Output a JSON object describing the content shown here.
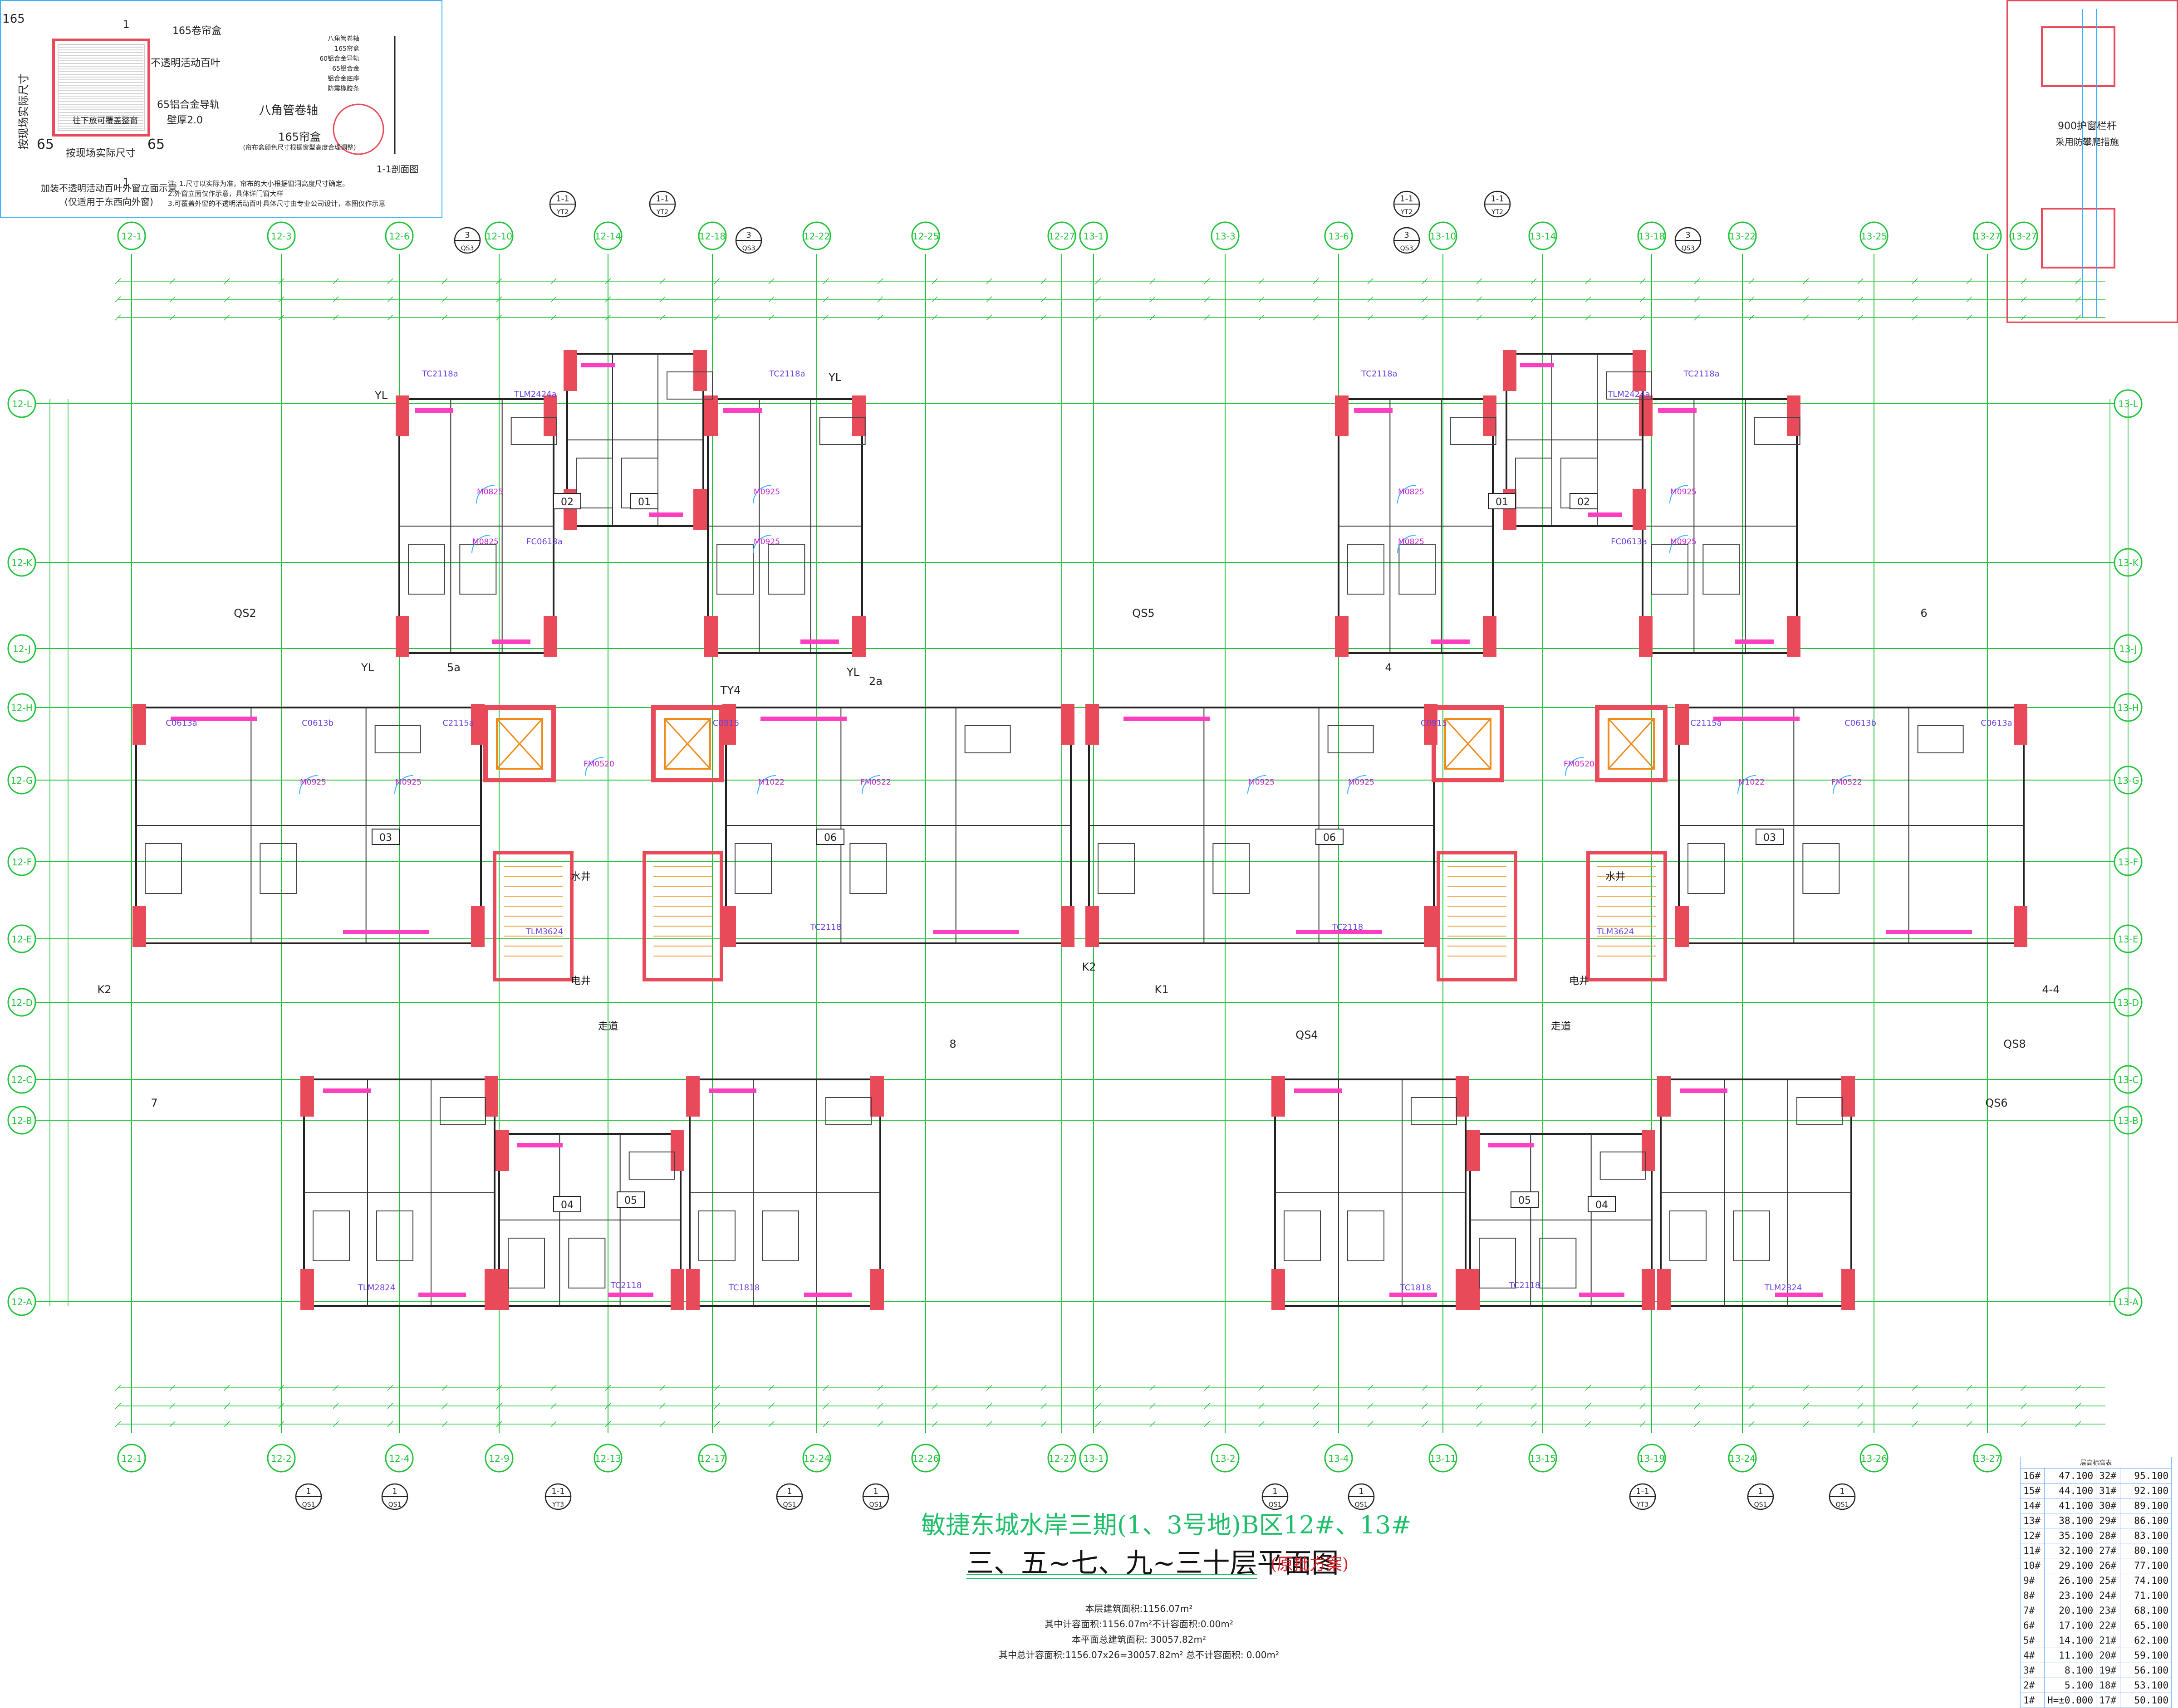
{
  "title": {
    "main": "敏捷东城水岸三期(1、3号地)B区12#、13#",
    "sub": "三、五~七、九~三十层平面图",
    "note": "(原批方案)"
  },
  "stats": [
    "本层建筑面积:1156.07m²",
    "其中计容面积:1156.07m²不计容面积:0.00m²",
    "本平面总建筑面积: 30057.82m²",
    "其中总计容面积:1156.07x26=30057.82m² 总不计容面积: 0.00m²"
  ],
  "legend": {
    "top_dim": "165",
    "left_dim": "65",
    "right_dim": "65",
    "items": [
      "165卷帘盒",
      "不透明活动百叶",
      "往下放可覆盖整窗",
      "65铝合金导轨",
      "壁厚2.0"
    ],
    "side_label": "按现场实际尺寸",
    "bottom_label": "按现场实际尺寸",
    "caption": "加装不透明活动百叶外窗立面示意",
    "caption2": "(仅适用于东西向外窗)",
    "axis_mark": "1",
    "section_items": [
      "八角管卷轴",
      "165帘盒",
      "60铝合金导轨",
      "65铝合金",
      "铝合金底座",
      "防震橡胶条"
    ],
    "roller_label": "八角管卷轴",
    "roller_box": "165帘盒",
    "roller_note": "(帘布盒颜色尺寸根据窗型高度合理调整)",
    "section_caption": "1-1剖面图",
    "notes": [
      "注: 1.尺寸以实际为准，帘布的大小根据窗洞高度尺寸确定。",
      "2.外窗立面仅作示意，具体详门窗大样",
      "3.可覆盖外窗的不透明活动百叶具体尺寸由专业公司设计，本图仅作示意"
    ]
  },
  "detail": {
    "label1": "900护窗栏杆",
    "label2": "采用防攀爬措施",
    "axis": "13-27"
  },
  "units": [
    "01",
    "02",
    "03",
    "04",
    "05",
    "06"
  ],
  "rooms": {
    "water_well": "水井",
    "elec_well": "电井",
    "corridor": "走道"
  },
  "windows": [
    "TC2118a",
    "TLM2424a",
    "TC2118a",
    "TLM3624",
    "TC2118",
    "TLM2824",
    "TC1818",
    "TC2118",
    "FC0613a",
    "C2115a",
    "C0613a",
    "C0613b",
    "C0915"
  ],
  "doors": [
    "M0825",
    "M0825",
    "M0925",
    "M0925",
    "M0925",
    "M0925",
    "M1022",
    "FM0522",
    "FM0520"
  ],
  "axes_top_left": [
    "12-1",
    "12-3",
    "12-6",
    "12-10",
    "12-14",
    "12-18",
    "12-22",
    "12-25",
    "12-27"
  ],
  "axes_top_right": [
    "13-1",
    "13-3",
    "13-6",
    "13-10",
    "13-14",
    "13-18",
    "13-22",
    "13-25",
    "13-27"
  ],
  "axes_bottom_left": [
    "12-1",
    "12-2",
    "12-4",
    "12-9",
    "12-13",
    "12-17",
    "12-24",
    "12-26",
    "12-27"
  ],
  "axes_bottom_right": [
    "13-1",
    "13-2",
    "13-4",
    "13-11",
    "13-15",
    "13-19",
    "13-24",
    "13-26",
    "13-27"
  ],
  "axes_left": [
    "12-L",
    "12-K",
    "12-J",
    "12-H",
    "12-G",
    "12-F",
    "12-E",
    "12-D",
    "12-C",
    "12-B",
    "12-A"
  ],
  "axes_right": [
    "13-L",
    "13-K",
    "13-J",
    "13-H",
    "13-G",
    "13-F",
    "13-E",
    "13-D",
    "13-C",
    "13-B",
    "13-A"
  ],
  "section_marks_top": [
    "1-1",
    "YT2",
    "3",
    "QS3",
    "1-1",
    "YT2",
    "3",
    "QS3"
  ],
  "section_marks_bottom": [
    "1",
    "QS1",
    "1",
    "QS1",
    "1-1",
    "YT3",
    "1",
    "QS1",
    "1",
    "QS1"
  ],
  "misc_labels": [
    "YL",
    "YL",
    "YL",
    "YL",
    "K2",
    "K2",
    "K1",
    "4-4",
    "TY4",
    "2a",
    "QS2",
    "6",
    "QS5",
    "5a",
    "4",
    "QS4",
    "8",
    "QS8",
    "7",
    "QS6"
  ],
  "levels": [
    {
      "f": "16#",
      "v": "47.100",
      "f2": "32#",
      "v2": "95.100"
    },
    {
      "f": "15#",
      "v": "44.100",
      "f2": "31#",
      "v2": "92.100"
    },
    {
      "f": "14#",
      "v": "41.100",
      "f2": "30#",
      "v2": "89.100"
    },
    {
      "f": "13#",
      "v": "38.100",
      "f2": "29#",
      "v2": "86.100"
    },
    {
      "f": "12#",
      "v": "35.100",
      "f2": "28#",
      "v2": "83.100"
    },
    {
      "f": "11#",
      "v": "32.100",
      "f2": "27#",
      "v2": "80.100"
    },
    {
      "f": "10#",
      "v": "29.100",
      "f2": "26#",
      "v2": "77.100"
    },
    {
      "f": "9#",
      "v": "26.100",
      "f2": "25#",
      "v2": "74.100"
    },
    {
      "f": "8#",
      "v": "23.100",
      "f2": "24#",
      "v2": "71.100"
    },
    {
      "f": "7#",
      "v": "20.100",
      "f2": "23#",
      "v2": "68.100"
    },
    {
      "f": "6#",
      "v": "17.100",
      "f2": "22#",
      "v2": "65.100"
    },
    {
      "f": "5#",
      "v": "14.100",
      "f2": "21#",
      "v2": "62.100"
    },
    {
      "f": "4#",
      "v": "11.100",
      "f2": "20#",
      "v2": "59.100"
    },
    {
      "f": "3#",
      "v": "8.100",
      "f2": "19#",
      "v2": "56.100"
    },
    {
      "f": "2#",
      "v": "5.100",
      "f2": "18#",
      "v2": "53.100"
    },
    {
      "f": "1#",
      "v": "H=±0.000",
      "f2": "17#",
      "v2": "50.100"
    }
  ],
  "levels_header": "层高标高表",
  "colors": {
    "axis": "#22c33a",
    "wall": "#e84a5a",
    "window": "#ff3fbf",
    "line": "#3ab0ff",
    "text": "#111111"
  }
}
